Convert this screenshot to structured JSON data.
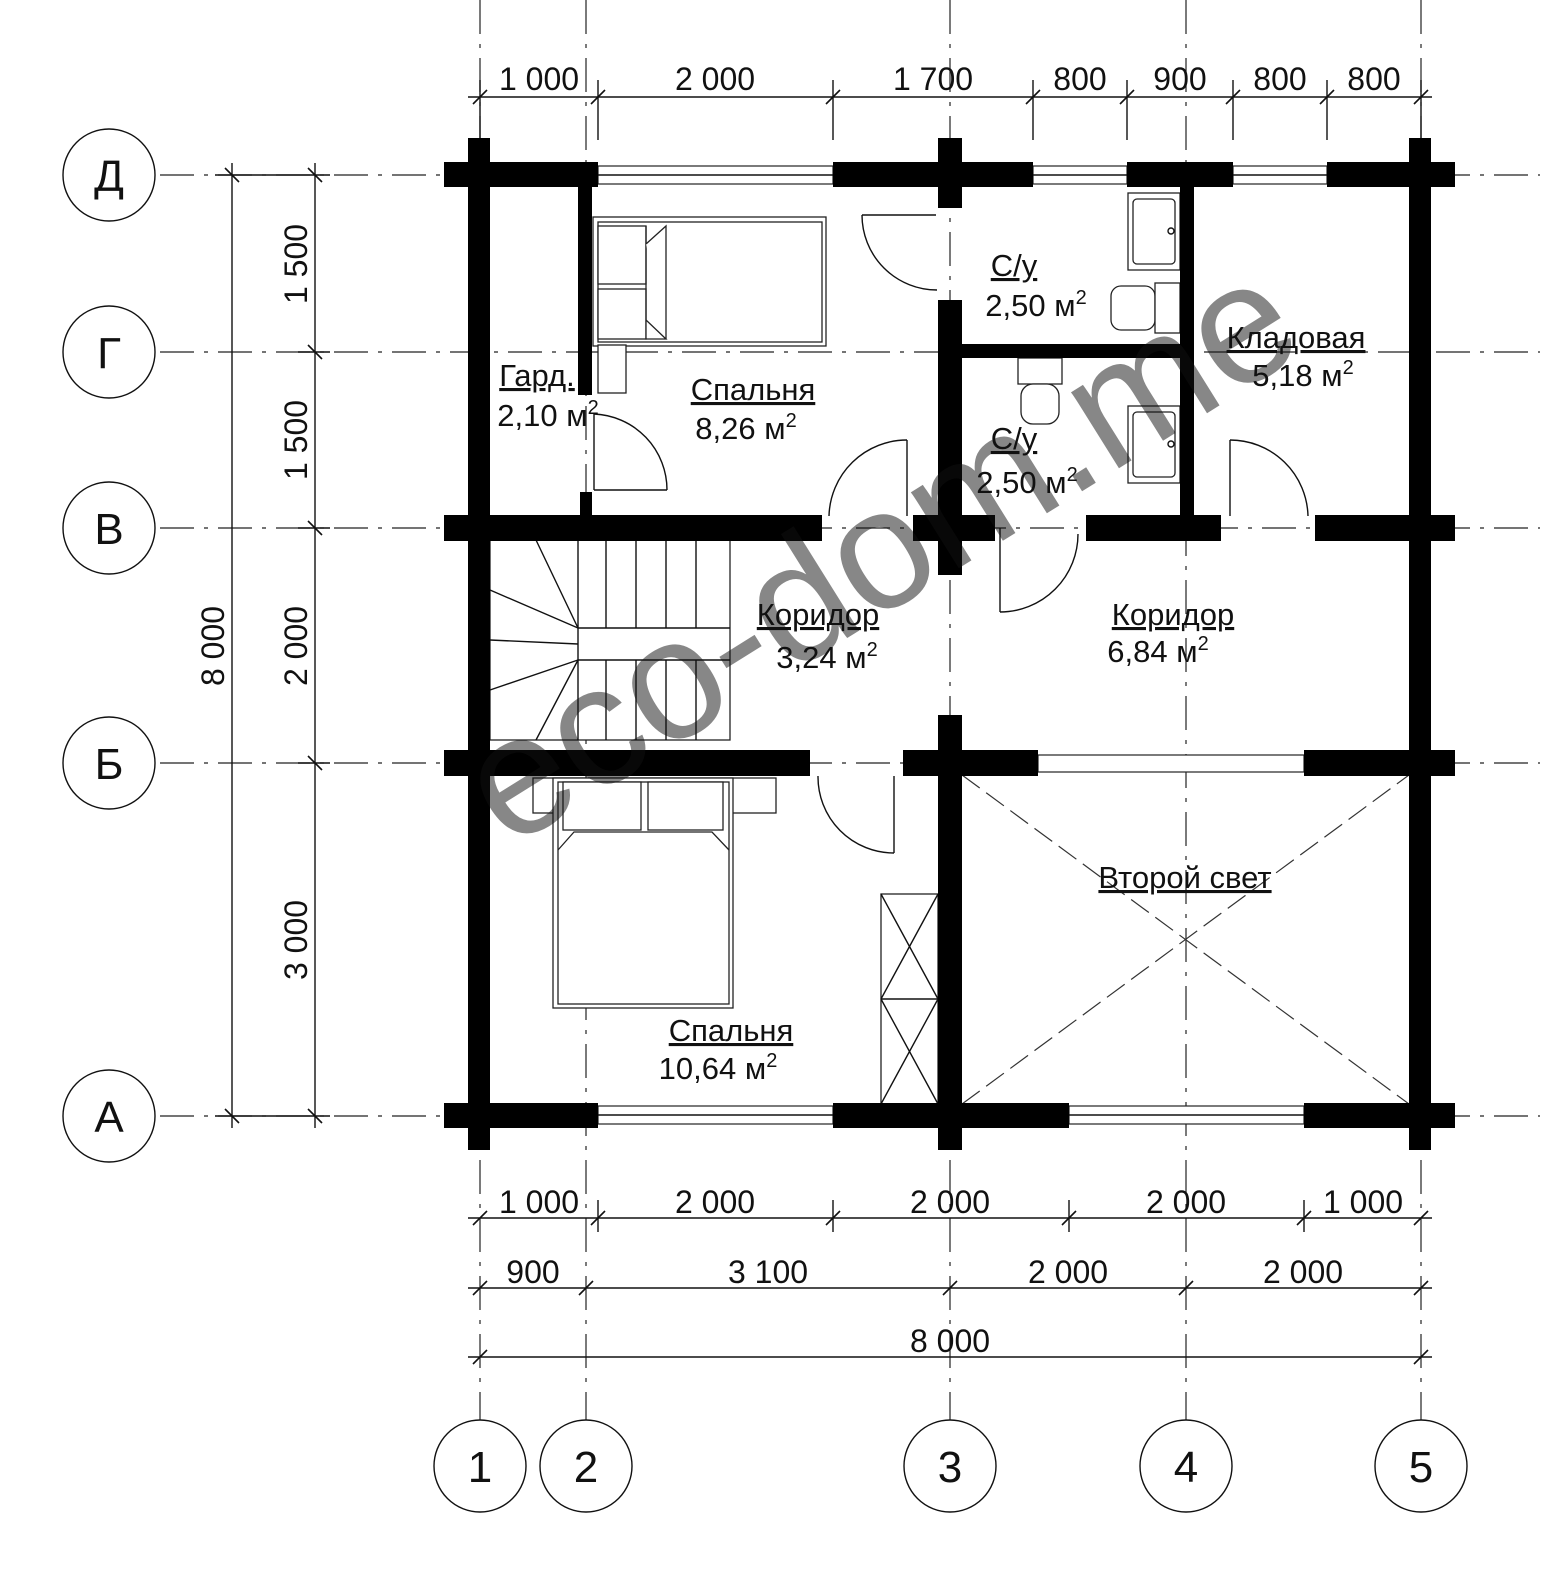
{
  "axes": {
    "rows": [
      "Д",
      "Г",
      "В",
      "Б",
      "А"
    ],
    "columns": [
      "1",
      "2",
      "3",
      "4",
      "5"
    ]
  },
  "dimensions": {
    "top": [
      "1 000",
      "2 000",
      "1 700",
      "800",
      "900",
      "800",
      "800"
    ],
    "bottom_row1": [
      "1 000",
      "2 000",
      "2 000",
      "2 000",
      "1 000"
    ],
    "bottom_row2": [
      "900",
      "3 100",
      "2 000",
      "2 000"
    ],
    "bottom_total": "8 000",
    "left": [
      "1 500",
      "1 500",
      "2 000",
      "3 000"
    ],
    "left_total": "8 000"
  },
  "rooms": [
    {
      "name": "Спальня",
      "area": "8,26 м",
      "sup": "2"
    },
    {
      "name": "Гард.",
      "area": "2,10 м",
      "sup": "2"
    },
    {
      "name": "С/у",
      "area": "2,50 м",
      "sup": "2"
    },
    {
      "name": "С/у",
      "area": "2,50 м",
      "sup": "2"
    },
    {
      "name": "Кладовая",
      "area": "5,18 м",
      "sup": "2"
    },
    {
      "name": "Коридор",
      "area": "3,24 м",
      "sup": "2"
    },
    {
      "name": "Коридор",
      "area": "6,84 м",
      "sup": "2"
    },
    {
      "name": "Спальня",
      "area": "10,64 м",
      "sup": "2"
    },
    {
      "name": "Второй свет",
      "area": "",
      "sup": ""
    }
  ],
  "watermark": "eco-dom.me"
}
